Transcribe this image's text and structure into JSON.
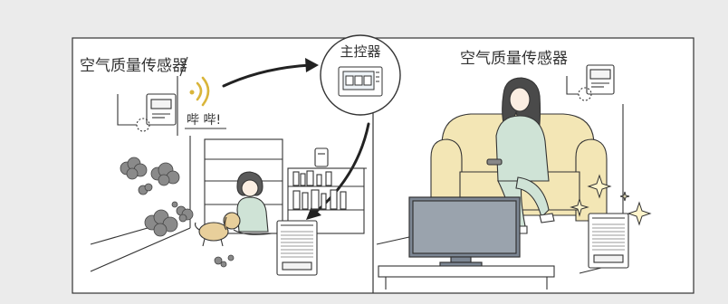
{
  "labels": {
    "sensor_left": "空气质量传感器",
    "sensor_right": "空气质量传感器",
    "controller": "主控器",
    "beep": "哔 哔!"
  },
  "colors": {
    "background": "#ebebeb",
    "panel": "#ffffff",
    "line": "#333333",
    "sofa": "#f3e6b5",
    "person_shirt": "#cfe3d6",
    "tv_screen": "#7d8794",
    "sparkle": "#e6c44a",
    "wifi": "#d9b53a",
    "smoke": "#8a8a8a",
    "dog": "#e8cf9b"
  }
}
